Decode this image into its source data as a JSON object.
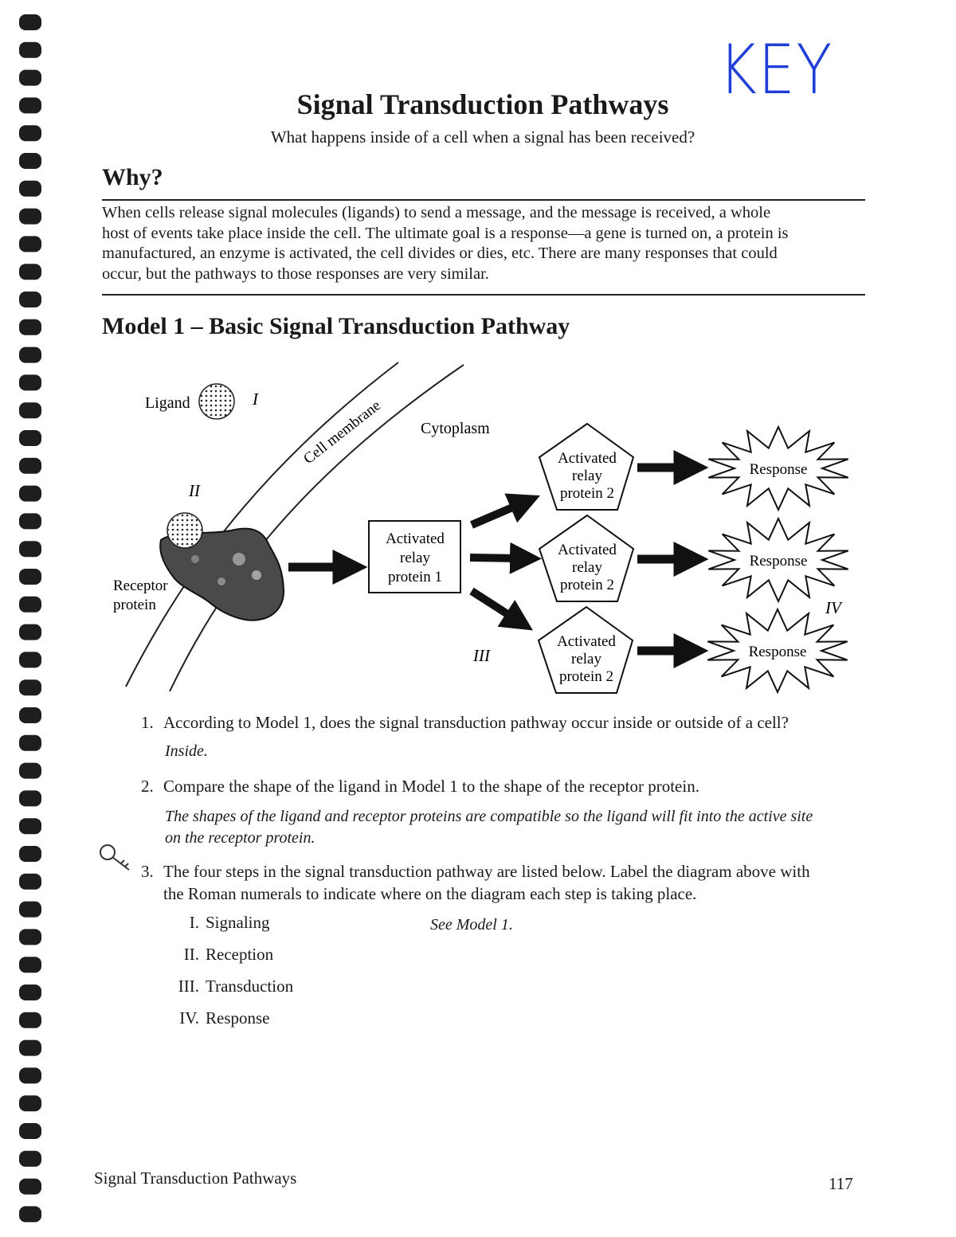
{
  "annotation": {
    "key": "KEY"
  },
  "header": {
    "title": "Signal Transduction Pathways",
    "subtitle": "What happens inside of a cell when a signal has been received?"
  },
  "why": {
    "heading": "Why?",
    "lines": [
      "When cells release signal molecules (ligands) to send a message, and the message is received, a whole",
      "host of events take place inside the cell. The ultimate goal is a response—a gene is turned on, a protein is",
      "manufactured, an enzyme is activated, the cell divides or dies, etc. There are many responses that could",
      "occur, but the pathways to those responses are very similar."
    ]
  },
  "model": {
    "title": "Model 1 – Basic Signal Transduction Pathway",
    "labels": {
      "ligand": "Ligand",
      "membrane": "Cell membrane",
      "cytoplasm": "Cytoplasm",
      "receptor_line1": "Receptor",
      "receptor_line2": "protein",
      "relay1": [
        "Activated",
        "relay",
        "protein 1"
      ],
      "relay2": [
        "Activated",
        "relay",
        "protein 2"
      ],
      "response": "Response"
    },
    "numerals": {
      "i": "I",
      "ii": "II",
      "iii": "III",
      "iv": "IV"
    }
  },
  "questions": [
    {
      "num": "1.",
      "text": "According to Model 1, does the signal transduction pathway occur inside or outside of a cell?",
      "answer": "Inside."
    },
    {
      "num": "2.",
      "text": "Compare the shape of the ligand in Model 1 to the shape of the receptor protein.",
      "answer_lines": [
        "The shapes of the ligand and receptor proteins are compatible so the ligand will fit into the active site",
        "on the receptor protein."
      ]
    },
    {
      "num": "3.",
      "text_lines": [
        "The four steps in the signal transduction pathway are listed below. Label the diagram above with",
        "the Roman numerals to indicate where on the diagram each step is taking place."
      ],
      "answer": "See Model 1."
    }
  ],
  "steps": [
    {
      "numeral": "I.",
      "label": "Signaling"
    },
    {
      "numeral": "II.",
      "label": "Reception"
    },
    {
      "numeral": "III.",
      "label": "Transduction"
    },
    {
      "numeral": "IV.",
      "label": "Response"
    }
  ],
  "footer": {
    "left": "Signal Transduction Pathways",
    "page": "117"
  }
}
